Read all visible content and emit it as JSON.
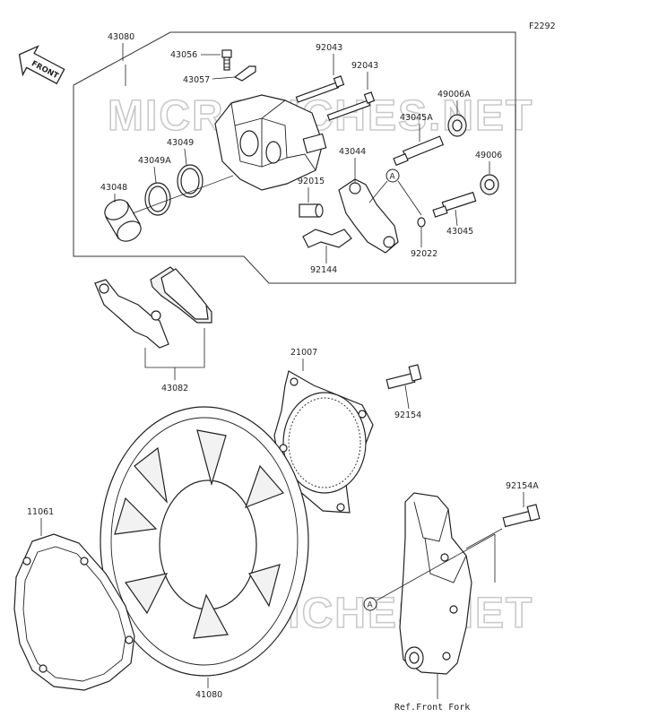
{
  "diagram_code": "F2292",
  "watermark": "MICROFICHES.NET",
  "front_label": "FRONT",
  "circle_ref": "A",
  "ref_label": "Ref.Front Fork",
  "parts": {
    "p43080": "43080",
    "p43056": "43056",
    "p43057": "43057",
    "p92043a": "92043",
    "p92043b": "92043",
    "p49006A": "49006A",
    "p43045A": "43045A",
    "p43049": "43049",
    "p43049A": "43049A",
    "p43048": "43048",
    "p43044": "43044",
    "p49006": "49006",
    "p92015": "92015",
    "p43045": "43045",
    "p92022": "92022",
    "p92144": "92144",
    "p43082": "43082",
    "p21007": "21007",
    "p92154": "92154",
    "p92154A": "92154A",
    "p11061": "11061",
    "p41080": "41080"
  }
}
